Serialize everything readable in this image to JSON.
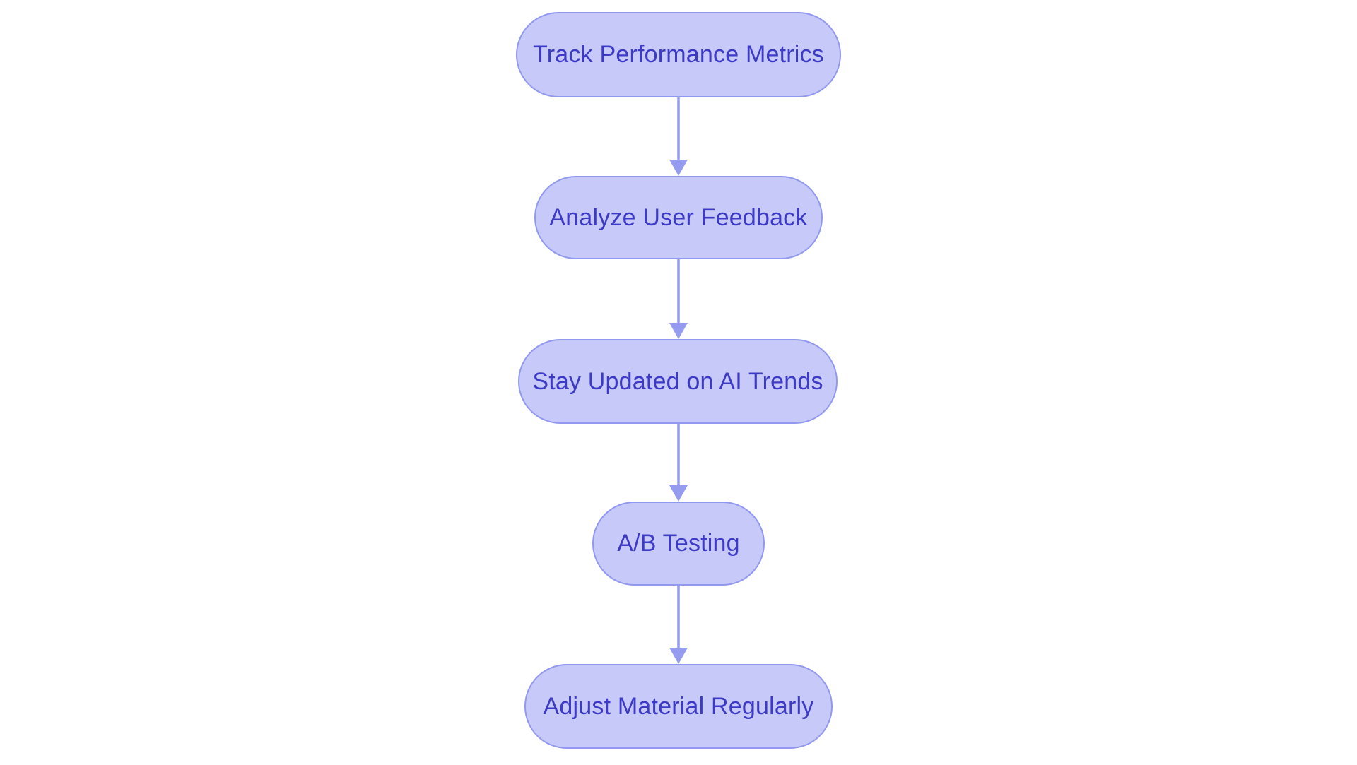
{
  "diagram": {
    "type": "flowchart",
    "direction": "top-down",
    "background": "#ffffff",
    "nodes": [
      {
        "id": "n1",
        "label": "Track Performance Metrics",
        "shape": "pill"
      },
      {
        "id": "n2",
        "label": "Analyze User Feedback",
        "shape": "pill"
      },
      {
        "id": "n3",
        "label": "Stay Updated on AI Trends",
        "shape": "pill"
      },
      {
        "id": "n4",
        "label": "A/B Testing",
        "shape": "pill"
      },
      {
        "id": "n5",
        "label": "Adjust Material Regularly",
        "shape": "pill"
      }
    ],
    "edges": [
      {
        "from": "n1",
        "to": "n2",
        "style": "arrow-down"
      },
      {
        "from": "n2",
        "to": "n3",
        "style": "arrow-down"
      },
      {
        "from": "n3",
        "to": "n4",
        "style": "arrow-down"
      },
      {
        "from": "n4",
        "to": "n5",
        "style": "arrow-down"
      }
    ],
    "colors": {
      "node_fill": "#c7caf8",
      "node_border": "#9298ef",
      "node_text": "#3c3ac6",
      "arrow": "#959cf0"
    }
  }
}
